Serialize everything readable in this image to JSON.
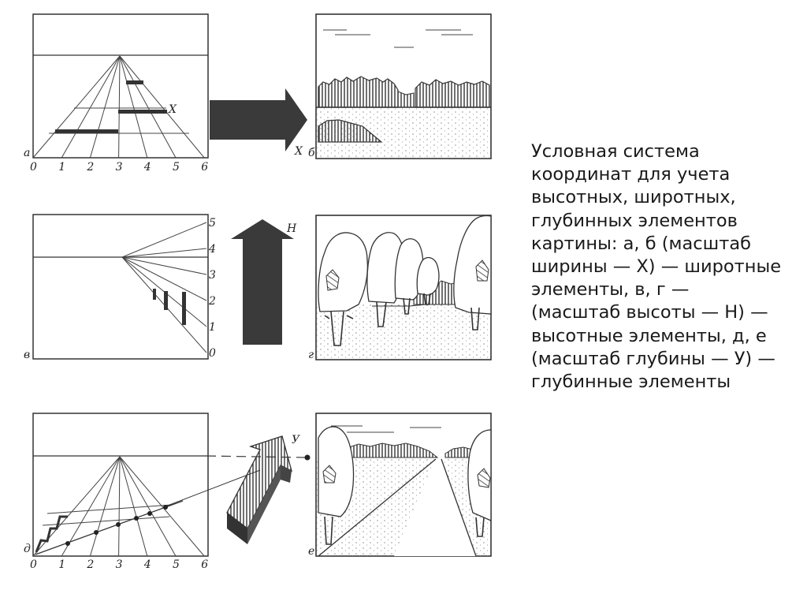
{
  "caption": "Условная система координат для учета высотных, широтных, глубинных элементов картины: а, б (масштаб ширины — Х) — широтные элементы, в, г — (масштаб высоты — Н) — высотные элементы, д, е (масштаб глубины — У) — глубинные элементы",
  "panel_labels": {
    "a": "а",
    "b": "б",
    "v": "в",
    "g": "г",
    "d": "д",
    "e": "е"
  },
  "axis_labels": {
    "x": "Х",
    "h": "Н",
    "y": "У"
  },
  "width_scale": [
    "0",
    "1",
    "2",
    "3",
    "4",
    "5",
    "6"
  ],
  "height_scale": [
    "0",
    "1",
    "2",
    "3",
    "4",
    "5"
  ],
  "depth_scale": [
    "0",
    "1",
    "2",
    "3",
    "4",
    "5",
    "6"
  ]
}
